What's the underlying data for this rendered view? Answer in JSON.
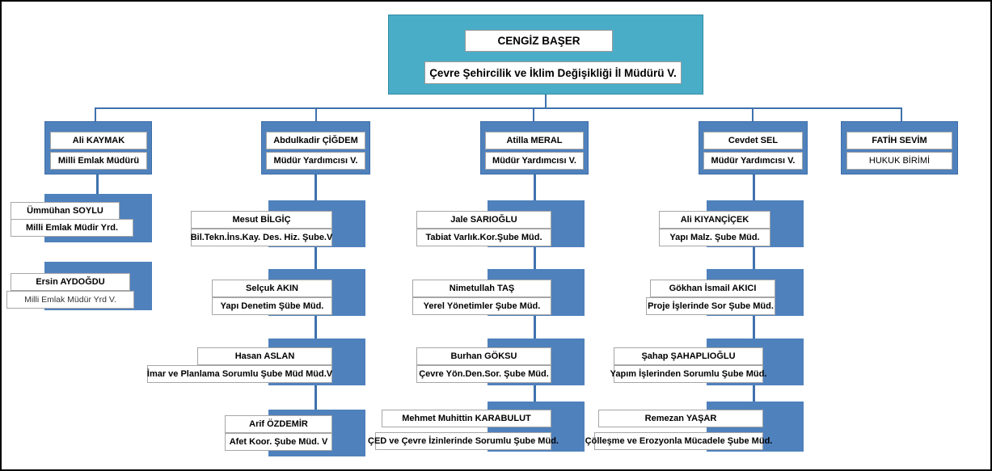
{
  "colors": {
    "root_fill": "#4AADC8",
    "node_fill": "#4F81BD",
    "connector": "#3F72AD",
    "box_fill": "#FFFFFF",
    "box_border": "#A6A6A6",
    "frame_border": "#000000"
  },
  "root": {
    "name": "CENGİZ BAŞER",
    "title": "Çevre Şehircilik ve İklim Değişikliği İl Müdürü V."
  },
  "level1": [
    {
      "id": "col1",
      "name": "Ali KAYMAK",
      "title": "Milli Emlak Müdürü"
    },
    {
      "id": "col2",
      "name": "Abdulkadir ÇİĞDEM",
      "title": "Müdür Yardımcısı V."
    },
    {
      "id": "col3",
      "name": "Atilla MERAL",
      "title": "Müdür Yardımcısı V."
    },
    {
      "id": "col4",
      "name": "Cevdet SEL",
      "title": "Müdür Yardımcısı V."
    },
    {
      "id": "col5",
      "name": "FATİH  SEVİM",
      "title": "HUKUK BİRİMİ"
    }
  ],
  "columns": {
    "col1": [
      {
        "name": "Ümmühan SOYLU",
        "title": "Milli Emlak Müdir Yrd."
      },
      {
        "name": "Ersin AYDOĞDU",
        "title": "Milli Emlak  Müdür Yrd V."
      }
    ],
    "col2": [
      {
        "name": "Mesut BİLGİÇ",
        "title": "Bil.Tekn.İns.Kay. Des. Hiz. Şube.V"
      },
      {
        "name": "Selçuk AKIN",
        "title": "Yapı Denetim Şübe Müd."
      },
      {
        "name": "Hasan ASLAN",
        "title": "İmar  ve Planlama Sorumlu  Şube Müd Müd.V"
      },
      {
        "name": "Arif ÖZDEMİR",
        "title": "Afet Koor. Şube Müd. V"
      }
    ],
    "col3": [
      {
        "name": "Jale SARIOĞLU",
        "title": "Tabiat Varlık.Kor.Şube Müd."
      },
      {
        "name": "Nimetullah TAŞ",
        "title": "Yerel Yönetimler Şube Müd."
      },
      {
        "name": "Burhan GÖKSU",
        "title": "Çevre Yön.Den.Sor. Şube Müd."
      },
      {
        "name": "Mehmet Muhittin KARABULUT",
        "title": "ÇED ve Çevre İzinlerinde Sorumlu Şube  Müd."
      }
    ],
    "col4": [
      {
        "name": "Ali KIYANÇİÇEK",
        "title": "Yapı Malz. Şube Müd."
      },
      {
        "name": "Gökhan İsmail AKICI",
        "title": "Proje İşlerinde Sor  Şube Müd."
      },
      {
        "name": "Şahap ŞAHAPLIOĞLU",
        "title": "Yapım İşlerinden Sorumlu  Şube Müd."
      },
      {
        "name": "Remezan YAŞAR",
        "title": "Çölleşme ve Erozyonla Mücadele  Şube Müd."
      }
    ]
  }
}
